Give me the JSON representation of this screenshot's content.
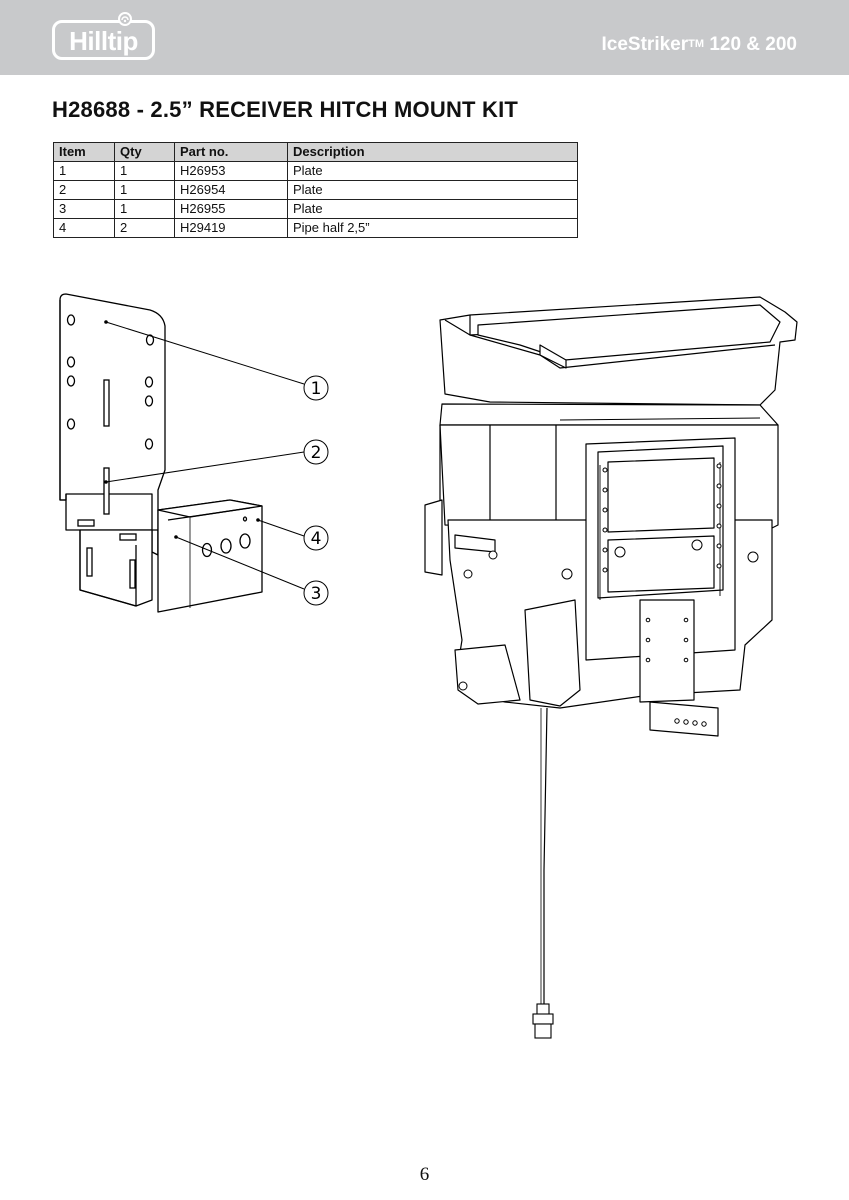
{
  "header": {
    "logo_text": "Hilltip",
    "product_name": "IceStriker",
    "trademark": "TM",
    "product_models": "120 & 200"
  },
  "title": "H28688 - 2.5” RECEIVER HITCH MOUNT KIT",
  "parts_table": {
    "headers": [
      "Item",
      "Qty",
      "Part no.",
      "Description"
    ],
    "rows": [
      [
        "1",
        "1",
        "H26953",
        "Plate"
      ],
      [
        "2",
        "1",
        "H26954",
        "Plate"
      ],
      [
        "3",
        "1",
        "H26955",
        "Plate"
      ],
      [
        "4",
        "2",
        "H29419",
        "Pipe half 2,5”"
      ]
    ]
  },
  "callouts": [
    "1",
    "2",
    "3",
    "4"
  ],
  "page_number": "6"
}
